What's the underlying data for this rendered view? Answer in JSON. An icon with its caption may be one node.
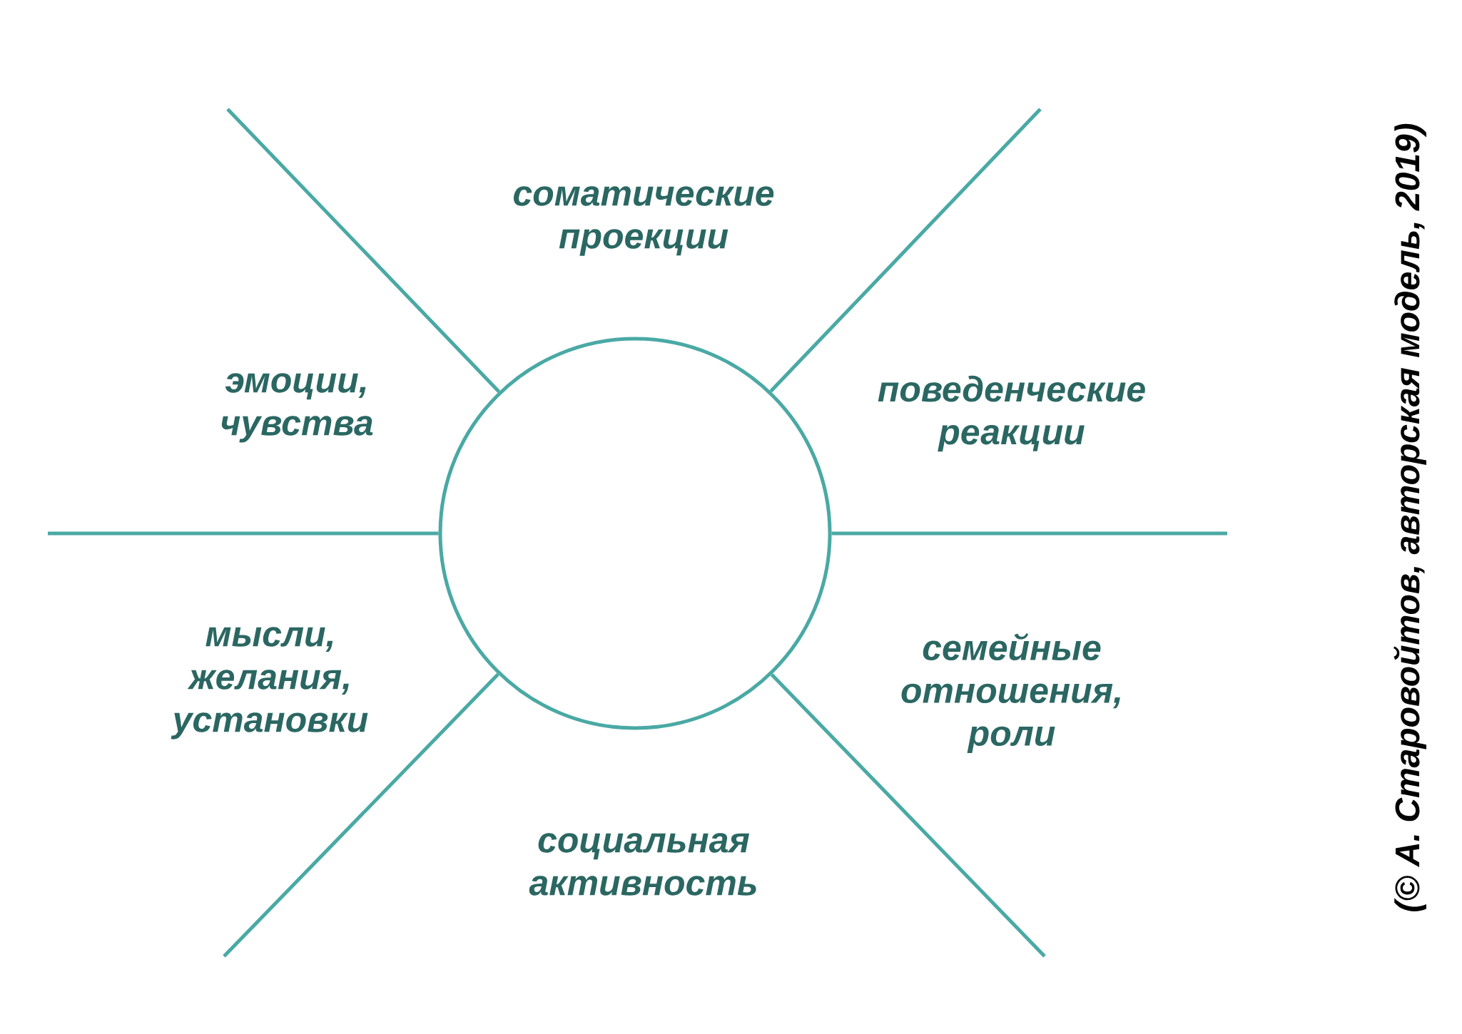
{
  "diagram": {
    "nodes": [
      {
        "text": [],
        "shape": "circle"
      }
    ],
    "labels": [
      "соматические проекции",
      "эмоции, чувства",
      "поведенческие реакции",
      "мысли, желания, установки",
      "семейные отношения, роли",
      "социальная активность",
      "(© А. Старовойтов, авторская модель, 2019)"
    ]
  }
}
